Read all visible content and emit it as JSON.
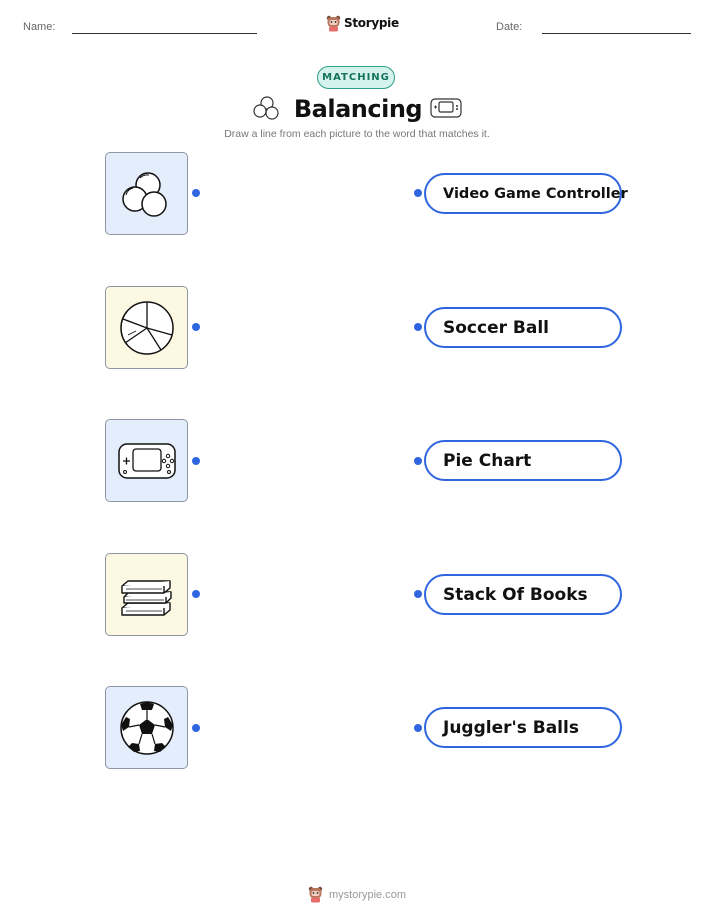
{
  "header": {
    "name_label": "Name:",
    "date_label": "Date:",
    "brand": "Storypie"
  },
  "badge": "MATCHING",
  "title": "Balancing",
  "instructions": "Draw a line from each picture to the word that matches it.",
  "pictures": [
    {
      "icon": "juggling-balls-icon",
      "bg": "#e3edfb"
    },
    {
      "icon": "pie-chart-icon",
      "bg": "#fdf8e1"
    },
    {
      "icon": "game-controller-icon",
      "bg": "#e3edfb"
    },
    {
      "icon": "stack-of-books-icon",
      "bg": "#fdf8e1"
    },
    {
      "icon": "soccer-ball-icon",
      "bg": "#e3edfb"
    }
  ],
  "words": [
    "Video Game Controller",
    "Soccer Ball",
    "Pie Chart",
    "Stack Of Books",
    "Juggler's Balls"
  ],
  "colors": {
    "accent": "#2f66e0",
    "badge_border": "#2f9e8a",
    "badge_bg": "#d5f3ec"
  },
  "footer": "mystorypie.com"
}
